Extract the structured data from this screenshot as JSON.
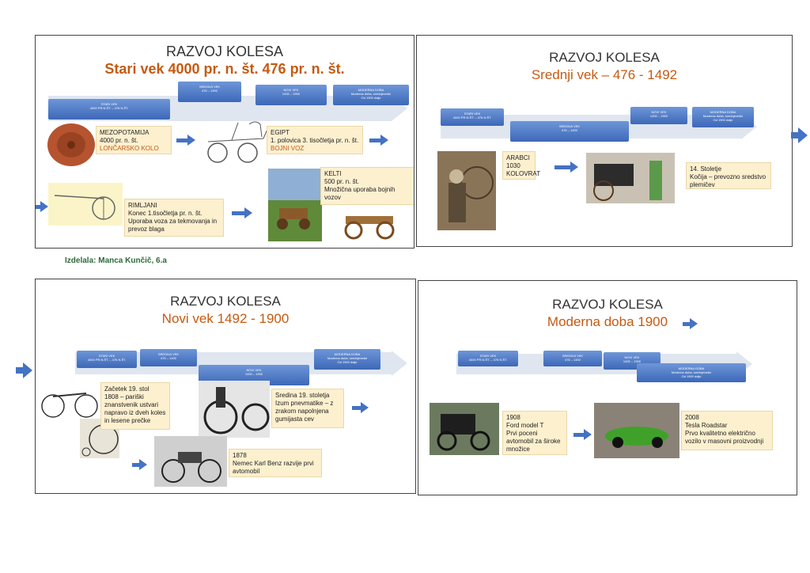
{
  "credit": "Izdelala: Manca Kunčič, 6.a",
  "colors": {
    "accent_orange": "#c55a11",
    "era_blue": "#4472c4",
    "note_bg": "#fdf0cf"
  },
  "slides": [
    {
      "title": "RAZVOJ KOLESA",
      "subtitle": "Stari vek 4000 pr. n. št. 476 pr. n. št.",
      "eras": [
        {
          "name": "STARI VEK",
          "range": "4000 PR.N.ŠT. – 476 N.ŠT."
        },
        {
          "name": "SREDNJI VEK",
          "range": "476 – 1492"
        },
        {
          "name": "NOVI VEK",
          "range": "1492 – 1900"
        },
        {
          "name": "MODERNA DOBA",
          "range": "Moderna doba, srednjeveški",
          "range2": "Od 1900 dalje"
        }
      ],
      "notes": [
        {
          "lines": [
            "MEZOPOTAMIJA",
            "4000 pr. n. št."
          ],
          "highlight": "LONČARSKO KOLO"
        },
        {
          "lines": [
            "EGIPT",
            "1. polovica 3. tisočletja pr. n. št."
          ],
          "highlight": "BOJNI VOZ"
        },
        {
          "lines": [
            "RIMLJANI",
            "Konec 1.tisočletja pr. n. št.",
            "Uporaba voza za tekmovanja in prevoz blaga"
          ]
        },
        {
          "lines": [
            "KELTI",
            "500 pr. n. št.",
            "Množična uporaba bojnih vozov"
          ]
        }
      ]
    },
    {
      "title": "RAZVOJ KOLESA",
      "subtitle": "Srednji vek – 476 - 1492",
      "eras": [
        {
          "name": "STARI VEK",
          "range": "4000 PR.N.ŠT. – 476 N.ŠT."
        },
        {
          "name": "SREDNJI VEK",
          "range": "476 – 1492"
        },
        {
          "name": "NOVI VEK",
          "range": "1492 – 1900"
        },
        {
          "name": "MODERNA DOBA",
          "range": "Moderna doba, srednjeveški",
          "range2": "Od 1900 dalje"
        }
      ],
      "notes": [
        {
          "lines": [
            "ARABCI",
            "1030",
            "KOLOVRAT"
          ]
        },
        {
          "lines": [
            "14. Stoletje",
            "Kočija – prevozno sredstvo plemičev"
          ]
        }
      ]
    },
    {
      "title": "RAZVOJ KOLESA",
      "subtitle": "Novi vek 1492 - 1900",
      "eras": [
        {
          "name": "STARI VEK",
          "range": "4000 PR.N.ŠT. – 476 N.ŠT."
        },
        {
          "name": "SREDNJI VEK",
          "range": "476 – 1492"
        },
        {
          "name": "NOVI VEK",
          "range": "1492 – 1900"
        },
        {
          "name": "MODERNA DOBA",
          "range": "Moderna doba, srednjeveški",
          "range2": "Od 1900 dalje"
        }
      ],
      "notes": [
        {
          "lines": [
            "Začetek 19. stol",
            "1808 – pariški znanstvenik ustvari napravo iz dveh koles in lesene prečke"
          ]
        },
        {
          "lines": [
            "Sredina 19. stoletja",
            "Izum pnevmatike – z zrakom napolnjena gumijasta cev"
          ]
        },
        {
          "lines": [
            "1878",
            "Nemec Karl Benz razvije prvi avtomobil"
          ]
        }
      ]
    },
    {
      "title": "RAZVOJ KOLESA",
      "subtitle": "Moderna doba 1900",
      "eras": [
        {
          "name": "STARI VEK",
          "range": "4000 PR.N.ŠT. – 476 N.ŠT."
        },
        {
          "name": "SREDNJI VEK",
          "range": "476 – 1492"
        },
        {
          "name": "NOVI VEK",
          "range": "1492 – 1900"
        },
        {
          "name": "MODERNA DOBA",
          "range": "Moderna doba, srednjeveški",
          "range2": "Od 1900 dalje"
        }
      ],
      "notes": [
        {
          "lines": [
            "1908",
            "Ford model T",
            "Prvi poceni avtomobil za široke množice"
          ]
        },
        {
          "lines": [
            "2008",
            "Tesla Roadstar",
            "Prvo kvalitetno električno vozilo v masovni proizvodnji"
          ]
        }
      ]
    }
  ]
}
